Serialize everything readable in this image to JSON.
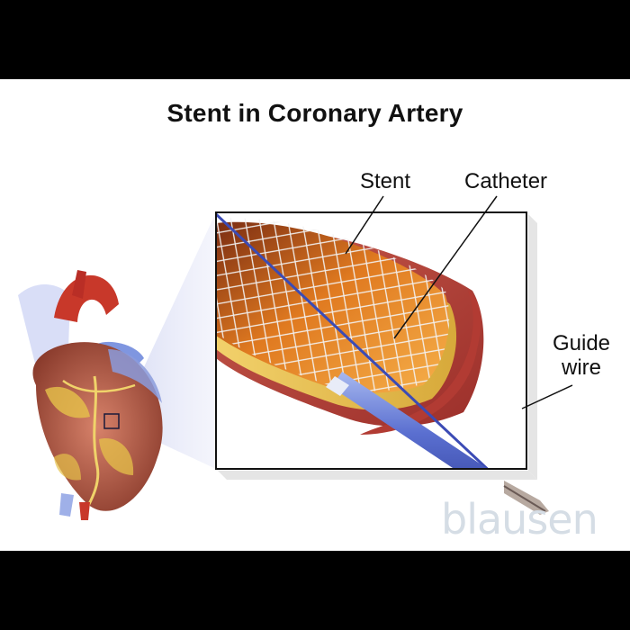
{
  "title": "Stent in Coronary Artery",
  "labels": {
    "stent": "Stent",
    "catheter": "Catheter",
    "guide_wire": "Guide wire"
  },
  "watermark": "blausen"
}
